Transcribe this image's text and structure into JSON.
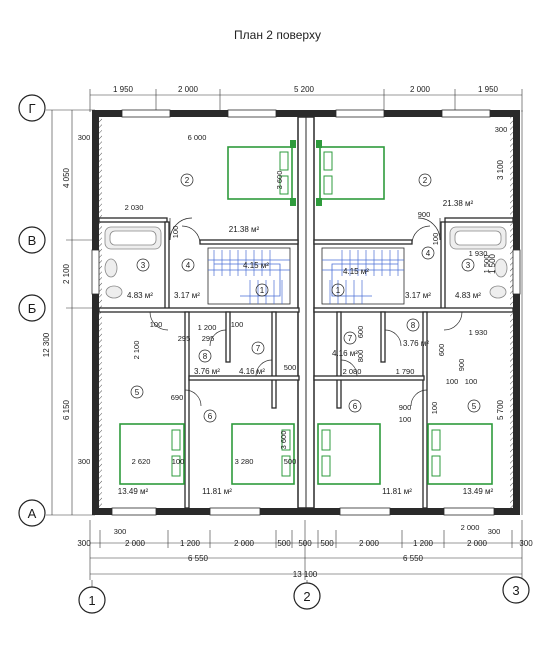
{
  "title": "План 2 поверху",
  "dims": {
    "top": [
      "1 950",
      "2 000",
      "5 200",
      "2 000",
      "1 950"
    ],
    "bottom1": [
      "300",
      "2 000",
      "1 200",
      "2 000",
      "500",
      "500",
      "500",
      "2 000",
      "1 200",
      "2 000",
      "300"
    ],
    "bottom2": [
      "6 550",
      "6 550"
    ],
    "bottom3": "13 100",
    "left_outer": "12 300",
    "left_inner": [
      "4 050",
      "2 100",
      "6 150"
    ],
    "right": [
      "3 100",
      "1 500",
      "5 700"
    ]
  },
  "axes": {
    "rows": [
      "Г",
      "В",
      "Б",
      "А"
    ],
    "cols": [
      "1",
      "2",
      "3"
    ]
  },
  "rooms": {
    "n1a": "1",
    "n1b": "1",
    "n2a": "2",
    "n2b": "2",
    "n3a": "3",
    "n3b": "3",
    "n4a": "4",
    "n4b": "4",
    "n5a": "5",
    "n5b": "5",
    "n6a": "6",
    "n6b": "6",
    "n7a": "7",
    "n7b": "7",
    "n8a": "8",
    "n8b": "8"
  },
  "areas": {
    "a2l": "21.38 м²",
    "a2r": "21.38 м²",
    "a1l": "4.15 м²",
    "a1r": "4.15 м²",
    "a3l": "4.83 м²",
    "a3r": "4.83 м²",
    "a4l": "3.17 м²",
    "a4r": "3.17 м²",
    "a8l": "3.76 м²",
    "a8r": "3.76 м²",
    "a7l": "4.16 м²",
    "a7r": "4.16 м²",
    "a6l": "11.81 м²",
    "a6r": "11.81 м²",
    "a5l": "13.49 м²",
    "a5r": "13.49 м²"
  },
  "inner": {
    "d6000": "6 000",
    "d3600a": "3 600",
    "d2030": "2 030",
    "d900a": "900",
    "d100a": "100",
    "d100b": "100",
    "d1500": "1 500",
    "d1930a": "1 930",
    "d300a": "300",
    "d300b": "300",
    "d300c": "300",
    "d1200": "1 200",
    "d295a": "295",
    "d295b": "295",
    "d2100": "2 100",
    "d100c": "100",
    "d100d": "100",
    "d600a": "600",
    "d600b": "600",
    "d800": "800",
    "d2080": "2 080",
    "d1790": "1 790",
    "d1930b": "1 930",
    "d690": "690",
    "d100e": "100",
    "d900b": "900",
    "d100f": "100",
    "d2620": "2 620",
    "d100g": "100",
    "d3280": "3 280",
    "d500a": "500",
    "d500b": "500",
    "d3600b": "3 600",
    "d2000": "2 000",
    "d900c": "900",
    "d100h": "100",
    "d100i": "100",
    "d300d": "300",
    "d300e": "300"
  },
  "colors": {
    "wall": "#2a2a2a",
    "bed": "#2e9b3c",
    "stair": "#4a6fd6",
    "fixture": "#888888"
  }
}
